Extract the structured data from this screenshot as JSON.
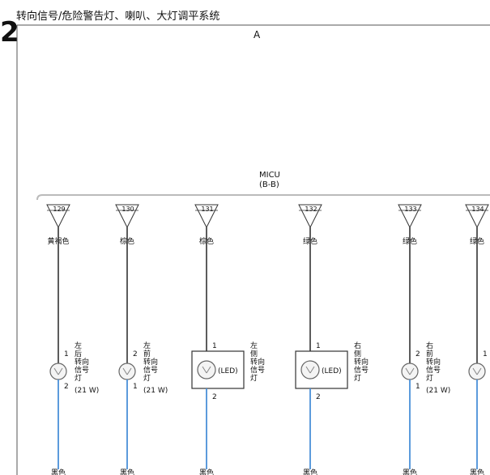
{
  "header": {
    "title": "转向信号/危险警告灯、喇叭、大灯调平系统",
    "page_number": "2",
    "column_label": "A"
  },
  "module": {
    "name": "MICU",
    "location": "(B-B)"
  },
  "circuits": [
    {
      "pin": "129",
      "wire_color_top": "黄褐色",
      "term_top": "1",
      "term_bottom": "2",
      "component_lines": [
        "左",
        "后",
        "转向",
        "信号",
        "灯"
      ],
      "rating": "(21 W)",
      "led": false,
      "led_label": "",
      "wire_color_bottom": "黑色"
    },
    {
      "pin": "130",
      "wire_color_top": "棕色",
      "term_top": "2",
      "term_bottom": "1",
      "component_lines": [
        "左",
        "前",
        "转向",
        "信号",
        "灯"
      ],
      "rating": "(21 W)",
      "led": false,
      "led_label": "",
      "wire_color_bottom": "黑色"
    },
    {
      "pin": "131",
      "wire_color_top": "棕色",
      "term_top": "1",
      "term_bottom": "2",
      "component_lines": [
        "左",
        "侧",
        "转向",
        "信号",
        "灯"
      ],
      "rating": "",
      "led": true,
      "led_label": "(LED)",
      "wire_color_bottom": "黑色"
    },
    {
      "pin": "132",
      "wire_color_top": "绿色",
      "term_top": "1",
      "term_bottom": "2",
      "component_lines": [
        "右",
        "侧",
        "转向",
        "信号",
        "灯"
      ],
      "rating": "",
      "led": true,
      "led_label": "(LED)",
      "wire_color_bottom": "黑色"
    },
    {
      "pin": "133",
      "wire_color_top": "绿色",
      "term_top": "2",
      "term_bottom": "1",
      "component_lines": [
        "右",
        "前",
        "转向",
        "信号",
        "灯"
      ],
      "rating": "(21 W)",
      "led": false,
      "led_label": "",
      "wire_color_bottom": "黑色"
    },
    {
      "pin": "134",
      "wire_color_top": "绿色",
      "term_top": "1",
      "term_bottom": "",
      "component_lines": [],
      "rating": "",
      "led": false,
      "led_label": "",
      "wire_color_bottom": "黑色"
    }
  ],
  "colors": {
    "wire_upper": "#333333",
    "wire_lower": "#4a90d9",
    "frame": "#555555",
    "module_bus": "#bbbbbb"
  }
}
